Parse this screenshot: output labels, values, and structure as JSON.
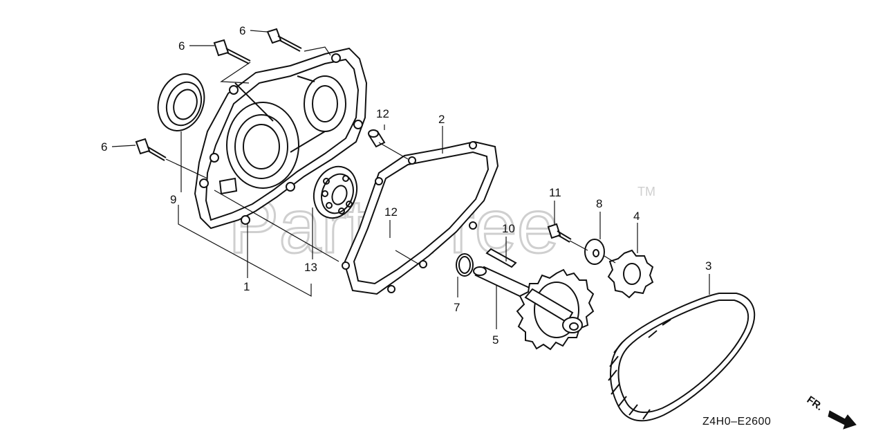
{
  "watermark": {
    "text": "PartsTree",
    "trademark": "TM"
  },
  "diagram_code": "Z4H0–E2600",
  "direction_marker": "FR.",
  "callouts": [
    {
      "id": "c1",
      "text": "1"
    },
    {
      "id": "c2",
      "text": "2"
    },
    {
      "id": "c3",
      "text": "3"
    },
    {
      "id": "c4",
      "text": "4"
    },
    {
      "id": "c5",
      "text": "5"
    },
    {
      "id": "c6a",
      "text": "6"
    },
    {
      "id": "c6b",
      "text": "6"
    },
    {
      "id": "c6c",
      "text": "6"
    },
    {
      "id": "c7",
      "text": "7"
    },
    {
      "id": "c8",
      "text": "8"
    },
    {
      "id": "c9",
      "text": "9"
    },
    {
      "id": "c10",
      "text": "10"
    },
    {
      "id": "c11",
      "text": "11"
    },
    {
      "id": "c12a",
      "text": "12"
    },
    {
      "id": "c12b",
      "text": "12"
    },
    {
      "id": "c13",
      "text": "13"
    }
  ]
}
